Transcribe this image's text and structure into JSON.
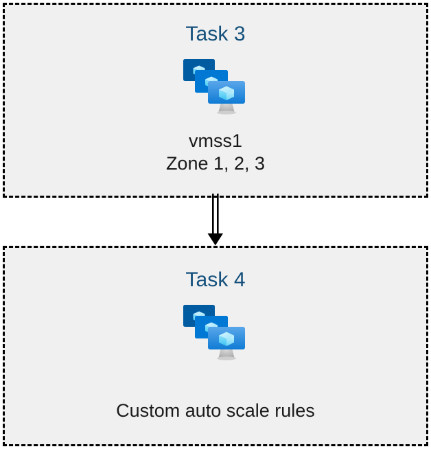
{
  "diagram": {
    "background_color": "#ffffff",
    "box_fill_color": "#f0f0f0",
    "box_border_color": "#000000",
    "title_color": "#14507c",
    "caption_color": "#1a1a1a",
    "connector_color": "#000000"
  },
  "nodes": [
    {
      "id": "task3",
      "title": "Task 3",
      "icon": "azure-vm-scale-set-icon",
      "caption": "vmss1\nZone 1, 2, 3",
      "caption_lines": [
        "vmss1",
        "Zone 1, 2, 3"
      ]
    },
    {
      "id": "task4",
      "title": "Task 4",
      "icon": "azure-vm-scale-set-icon",
      "caption": "Custom auto scale rules",
      "caption_lines": [
        "Custom auto scale rules"
      ]
    }
  ],
  "connector": {
    "from": "task3",
    "to": "task4",
    "style": "double-line-arrow-down",
    "label": ""
  },
  "icon_palette": {
    "back_monitor": "#005ba1",
    "middle_monitor": "#0078d4",
    "front_monitor_top": "#59a6ea",
    "front_monitor_bottom": "#0f7bd4",
    "cube_light": "#c3f1fd",
    "cube_mid": "#86e1fb",
    "cube_dark": "#32bdf0",
    "stand": "#b3b3b3"
  }
}
